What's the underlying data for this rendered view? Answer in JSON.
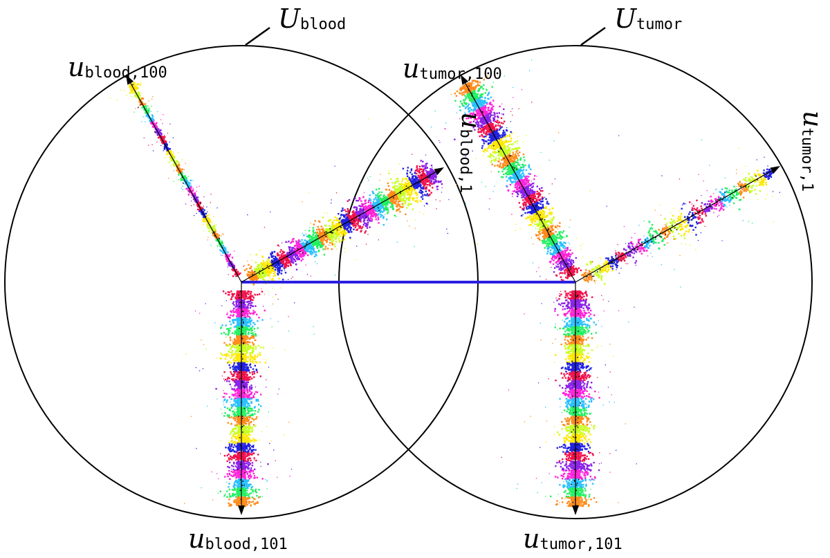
{
  "diagram": {
    "circles": [
      {
        "id": "blood",
        "title": {
          "sym": "U",
          "sub": "blood"
        },
        "axes": [
          {
            "id": "b1",
            "label": {
              "sym": "u",
              "sub": "blood,1"
            }
          },
          {
            "id": "b100",
            "label": {
              "sym": "u",
              "sub": "blood,100"
            }
          },
          {
            "id": "b101",
            "label": {
              "sym": "u",
              "sub": "blood,101"
            }
          }
        ]
      },
      {
        "id": "tumor",
        "title": {
          "sym": "U",
          "sub": "tumor"
        },
        "axes": [
          {
            "id": "t1",
            "label": {
              "sym": "u",
              "sub": "tumor,1"
            }
          },
          {
            "id": "t100",
            "label": {
              "sym": "u",
              "sub": "tumor,100"
            }
          },
          {
            "id": "t101",
            "label": {
              "sym": "u",
              "sub": "tumor,101"
            }
          }
        ]
      }
    ],
    "connector_color": "#2a1fe0",
    "band_colors": [
      "#f0104a",
      "#ff22d8",
      "#22f060",
      "#c8ff20",
      "#2020e0",
      "#8a20e8",
      "#28c0ff",
      "#ff8a18",
      "#ffe800"
    ]
  }
}
